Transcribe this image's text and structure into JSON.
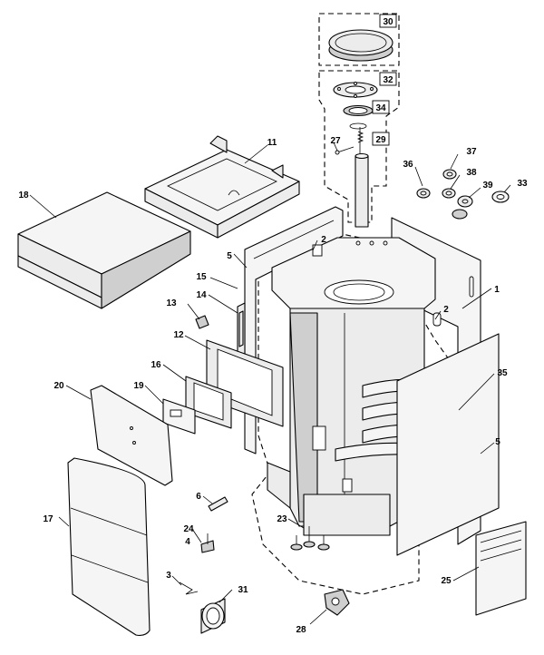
{
  "callouts": {
    "c30": "30",
    "c32": "32",
    "c34": "34",
    "c29": "29",
    "c27": "27",
    "c11": "11",
    "c18": "18",
    "c2a": "2",
    "c2b": "2",
    "c1": "1",
    "c5a": "5",
    "c5b": "5",
    "c15": "15",
    "c14": "14",
    "c13": "13",
    "c12": "12",
    "c16": "16",
    "c19": "19",
    "c20": "20",
    "c35": "35",
    "c36": "36",
    "c37": "37",
    "c38": "38",
    "c39": "39",
    "c33": "33",
    "c17": "17",
    "c6": "6",
    "c24": "24",
    "c4": "4",
    "c3": "3",
    "c31": "31",
    "c23": "23",
    "c25": "25",
    "c28": "28"
  }
}
